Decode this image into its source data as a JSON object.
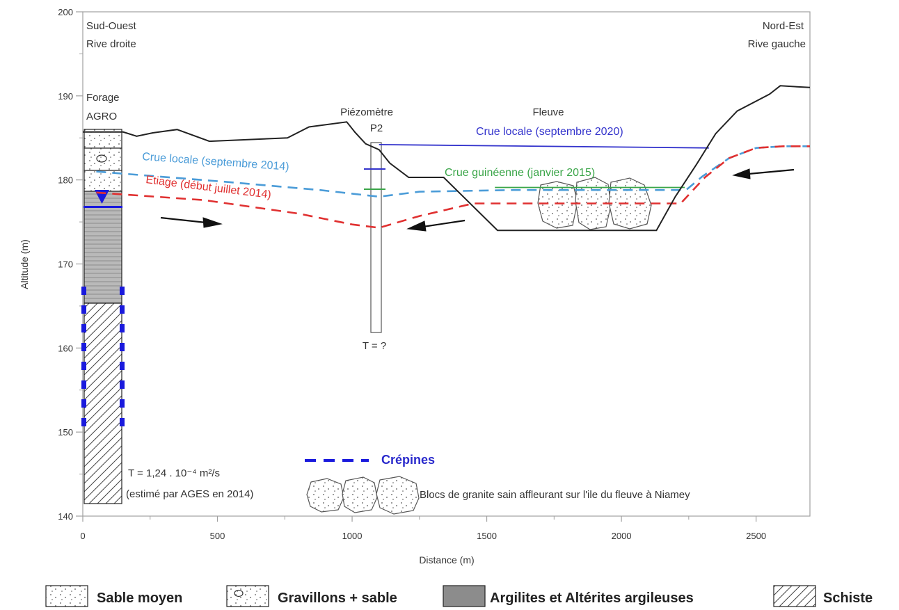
{
  "chart_data": {
    "type": "diagram",
    "axes": {
      "x": {
        "label": "Distance (m)",
        "range": [
          0,
          2700
        ],
        "ticks": [
          0,
          500,
          1000,
          1500,
          2000,
          2500
        ]
      },
      "y": {
        "label": "Altitude (m)",
        "range": [
          140,
          200
        ],
        "ticks": [
          140,
          150,
          160,
          170,
          180,
          190,
          200
        ]
      }
    },
    "corner_labels": {
      "left_1": "Sud-Ouest",
      "left_2": "Rive droite",
      "right_1": "Nord-Est",
      "right_2": "Rive gauche"
    },
    "wells": {
      "forage_1": "Forage",
      "forage_2": "AGRO",
      "piezo_1": "Piézomètre",
      "piezo_2": "P2",
      "piezo_t": "T = ?",
      "river": "Fleuve"
    },
    "ground_profile": [
      [
        0,
        185.7
      ],
      [
        150,
        185.7
      ],
      [
        200,
        185.2
      ],
      [
        260,
        185.6
      ],
      [
        350,
        186.0
      ],
      [
        470,
        184.6
      ],
      [
        760,
        185.0
      ],
      [
        840,
        186.3
      ],
      [
        980,
        186.9
      ],
      [
        1010,
        185.7
      ],
      [
        1050,
        184.3
      ],
      [
        1100,
        183.6
      ],
      [
        1140,
        182.0
      ],
      [
        1210,
        180.3
      ],
      [
        1340,
        180.3
      ],
      [
        1540,
        174.0
      ],
      [
        2130,
        174.0
      ],
      [
        2200,
        178.0
      ],
      [
        2280,
        181.9
      ],
      [
        2350,
        185.5
      ],
      [
        2430,
        188.2
      ],
      [
        2550,
        190.2
      ],
      [
        2590,
        191.2
      ],
      [
        2700,
        191.0
      ]
    ],
    "water_lines": [
      {
        "name": "Crue locale (septembre 2020)",
        "color": "#3333cc",
        "style": "solid",
        "points": [
          [
            1100,
            184.2
          ],
          [
            2325,
            183.8
          ]
        ]
      },
      {
        "name": "Crue locale (septembre 2014)",
        "color": "#4b9cd8",
        "style": "dashed",
        "points": [
          [
            50,
            181.0
          ],
          [
            520,
            179.8
          ],
          [
            880,
            178.8
          ],
          [
            1100,
            178.0
          ],
          [
            1250,
            178.6
          ],
          [
            1600,
            178.8
          ],
          [
            2240,
            178.8
          ],
          [
            2300,
            180.4
          ],
          [
            2400,
            182.6
          ],
          [
            2500,
            183.8
          ],
          [
            2600,
            184.0
          ],
          [
            2700,
            184.0
          ]
        ]
      },
      {
        "name": "Etiage (début juillet 2014)",
        "color": "#e03030",
        "style": "dashed",
        "points": [
          [
            50,
            178.5
          ],
          [
            450,
            177.6
          ],
          [
            800,
            176.0
          ],
          [
            1000,
            174.7
          ],
          [
            1100,
            174.3
          ],
          [
            1250,
            175.7
          ],
          [
            1450,
            177.2
          ],
          [
            2220,
            177.2
          ],
          [
            2310,
            180.3
          ],
          [
            2400,
            182.6
          ],
          [
            2500,
            183.8
          ],
          [
            2600,
            184.0
          ],
          [
            2700,
            184.0
          ]
        ]
      },
      {
        "name": "Crue guinéenne (janvier 2015)",
        "color": "#3aa548",
        "style": "solid",
        "points": [
          [
            1530,
            179.1
          ],
          [
            2235,
            179.1
          ]
        ]
      }
    ],
    "line_labels": {
      "crue_2020": "Crue locale (septembre 2020)",
      "crue_2014": "Crue locale (septembre 2014)",
      "etiage": "Etiage (début juillet 2014)",
      "crue_guineenne": "Crue guinéenne (janvier 2015)"
    },
    "annotations": {
      "crepines": "Crépines",
      "transmissivity_1": "T =  1,24 . 10⁻⁴ m²/s",
      "transmissivity_2": "(estimé par AGES en 2014)",
      "granite": "Blocs de granite sain affleurant sur l'ile du fleuve à Niamey"
    },
    "legend": [
      "Sable moyen",
      "Gravillons + sable",
      "Argilites et Altérites argileuses",
      "Schiste"
    ],
    "colors": {
      "frame": "#a0a0a0",
      "ground": "#222222",
      "crepines": "#1a1add",
      "water_table": "#1a1add"
    }
  }
}
